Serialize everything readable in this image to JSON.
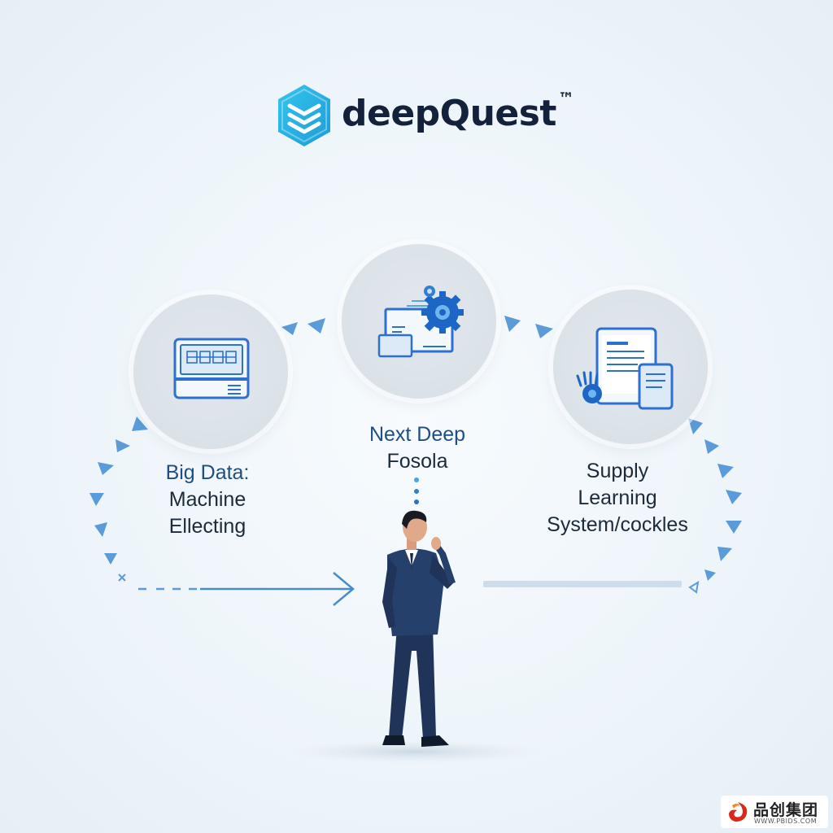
{
  "brand": {
    "name": "deepQuest",
    "trademark": "™",
    "color": "#2bb3e6"
  },
  "nodes": [
    {
      "id": "left",
      "icon": "data-server-icon",
      "lines": [
        "Big Data:",
        "Machine",
        "Ellecting"
      ]
    },
    {
      "id": "center",
      "icon": "computer-gears-icon",
      "lines": [
        "Next Deep",
        "Fosola"
      ]
    },
    {
      "id": "right",
      "icon": "tablet-devices-icon",
      "lines": [
        "Supply",
        "Learning",
        "System/cockles"
      ]
    }
  ],
  "figure": {
    "icon": "thinking-businessman"
  },
  "colors": {
    "accent": "#2f7fd6",
    "arrow": "#5b9bd9",
    "text_dark": "#1c2a3a",
    "text_blue": "#1f4e82",
    "suit": "#1f3458"
  },
  "watermark": {
    "chinese": "品创集团",
    "url": "WWW.PBIDS.COM"
  }
}
